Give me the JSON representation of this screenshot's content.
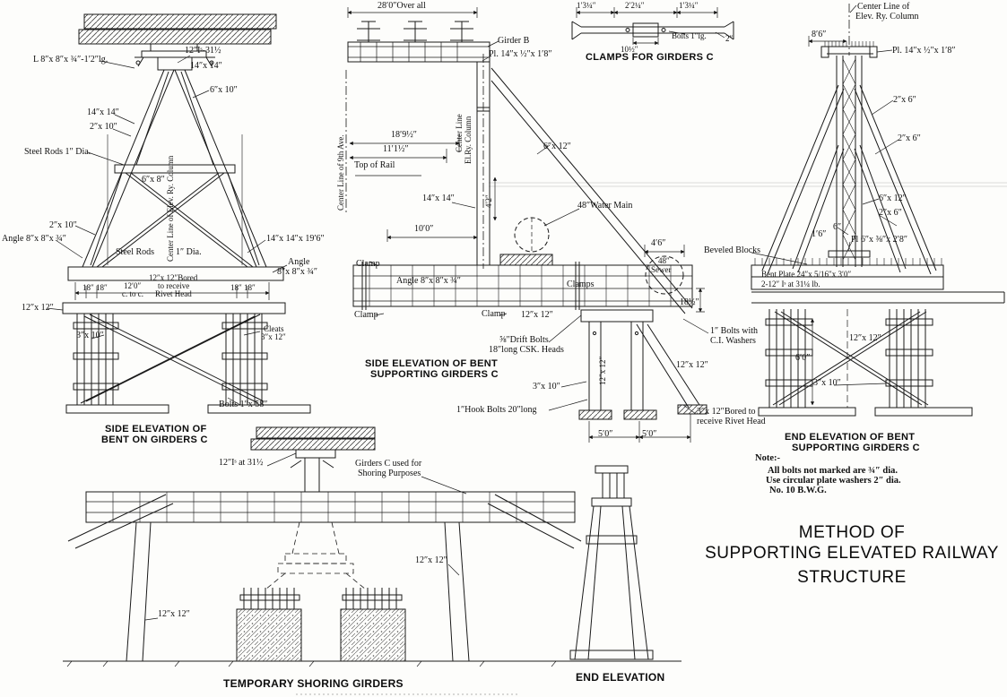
{
  "title": {
    "l1": "METHOD OF",
    "l2": "SUPPORTING ELEVATED RAILWAY",
    "l3": "STRUCTURE"
  },
  "note": {
    "heading": "Note:-",
    "l1": "All bolts not marked are ¾″ dia.",
    "l2": "Use circular plate washers 2″ dia.",
    "l3": "No. 10 B.W.G."
  },
  "v1": {
    "angle_top": "L 8″x 8″x ¾″-1′2″lg.",
    "ibeam": "12″Iˢ-31½",
    "c14a": "14″x 14″",
    "b6x10": "6″x 10″",
    "c14b": "14″x 14″",
    "b2x10a": "2″x 10″",
    "rods_a": "Steel Rods 1″ Dia.",
    "b6x8": "6″x 8″",
    "centerline": "Center Line of Elev. Ry. Column",
    "b2x10b": "2″x 10″",
    "angle_l": "Angle 8″x 8″x ¾″",
    "rods_b": "Steel Rods",
    "rods_b2": "1″ Dia.",
    "post": "14″x 14″x 19′6″",
    "angle_r1": "Angle",
    "angle_r2": "8″x 8″x ¾″",
    "bored1": "12″x 12″Bored",
    "bored2": "to receive",
    "bored3": "Rivet Head",
    "d18l": "18″ 18″",
    "d12f1": "12′0″",
    "d12f2": "c. to c.",
    "d18r": "18″ 18″",
    "t12": "12″x 12″",
    "t3x10": "3″x 10″",
    "cleats1": "Cleats",
    "cleats2": "3″x 12″",
    "bolts": "Bolts 1″x 58″",
    "cap1": "SIDE ELEVATION OF",
    "cap2": "BENT ON GIRDERS C"
  },
  "v2": {
    "overall": "28′0″Over all",
    "girder_b": "Girder B",
    "plate": "Pl. 14″x ½″x 1′8″",
    "cl9": "Center Line of 9th Ave.",
    "d18_9": "18′9½″",
    "d11_1": "11′1½″",
    "top_rail": "Top of Rail",
    "clcol1": "Center Line",
    "clcol2": "El.Ry. Column",
    "b6x12": "6″x 12″",
    "c14": "14″x 14″",
    "d4_2": "4′2″",
    "d10_0": "10′0″",
    "water": "48″Water Main",
    "clamp_a": "Clamp",
    "angle": "Angle 8″x 8″x ¾″",
    "clamps": "Clamps",
    "sewer1": "48″",
    "sewer2": "Sewer",
    "d4_6": "4′6″",
    "d18h": "18½″",
    "clamp_b": "Clamp",
    "clamp_c": "Clamp",
    "t12a": "12″x 12″",
    "cap1": "SIDE ELEVATION OF BENT",
    "cap2": "SUPPORTING GIRDERS C",
    "drift1": "⅝″Drift Bolts",
    "drift2": "18″long CSK. Heads",
    "col12": "12″x 12″",
    "ci1": "1″ Bolts with",
    "ci2": "C.I. Washers",
    "t3x10": "3″x 10″",
    "t12b": "12″x 12″",
    "hook": "1″Hook Bolts 20″long",
    "d5a": "5′0″",
    "d5b": "5′0″",
    "bored1": "3″x 12″Bored to",
    "bored2": "receive Rivet Head"
  },
  "v3": {
    "d1": "1′3¼″",
    "d2": "2′2¼″",
    "d3": "1′3¼″",
    "d10": "10½″",
    "bolts": "Bolts 1″lg.",
    "d2in": "2″",
    "cap": "CLAMPS FOR GIRDERS C"
  },
  "v4": {
    "cl1": "Center Line of",
    "cl2": "Elev. Ry. Column",
    "d8_6": "8′6″",
    "plate": "Pl. 14″x ½″x 1′8″",
    "b2x6a": "2″x 6″",
    "b2x6b": "2″x 6″",
    "b6x12": "6″x 12″",
    "b2x6c": "2″x 6″",
    "d6": "6″",
    "d1_6": "1′6″",
    "pl6": "Pl 6″x ⅜″x 2′8″",
    "beveled": "Beveled Blocks",
    "bent_plate": "Bent Plate 24″x 5/16″x 3′0″",
    "ibeams": "2-12″ Iˢ at 31¼ lb.",
    "t12": "12″x 12″",
    "d6_0": "6′0″",
    "t3x10": "3″x 10″",
    "cap1": "END ELEVATION OF BENT",
    "cap2": "SUPPORTING GIRDERS C"
  },
  "v5": {
    "ibeam": "12″Iˢ at 31½",
    "girders1": "Girders C used for",
    "girders2": "Shoring Purposes",
    "t12a": "12″x 12″",
    "t12b": "12″x 12″",
    "cap": "TEMPORARY SHORING GIRDERS"
  },
  "v6": {
    "cap": "END ELEVATION"
  }
}
